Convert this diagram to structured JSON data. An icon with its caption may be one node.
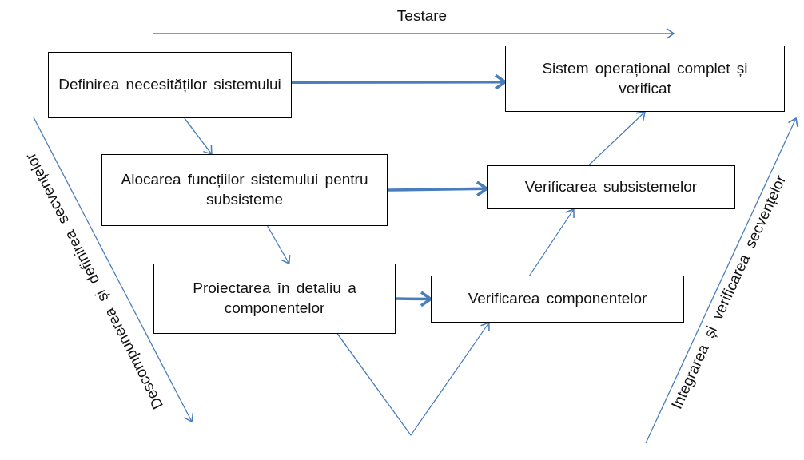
{
  "diagram": {
    "nodes": [
      {
        "text": [
          "Definirea necesităților sistemului"
        ]
      },
      {
        "text": [
          "Sistem operațional complet și verificat"
        ]
      },
      {
        "text": [
          "Alocarea funcțiilor sistemului pentru subsisteme"
        ]
      },
      {
        "text": [
          "Verificarea subsistemelor"
        ]
      },
      {
        "text": [
          "Proiectarea în detaliu a componentelor"
        ]
      },
      {
        "text": [
          "Verificarea componentelor"
        ]
      }
    ],
    "edges": [
      {
        "from": 0,
        "to": 1,
        "arrow": "to",
        "style": "thick"
      },
      {
        "from": 0,
        "to": 2,
        "arrow": "to"
      },
      {
        "from": 2,
        "to": 3,
        "arrow": "to",
        "style": "thick"
      },
      {
        "from": 2,
        "to": 4,
        "arrow": "to"
      },
      {
        "from": 4,
        "to": 5,
        "arrow": "to",
        "style": "thick"
      },
      {
        "from": 4,
        "to": 5,
        "arrow": "to"
      },
      {
        "from": 5,
        "to": 3,
        "arrow": "to"
      },
      {
        "from": 3,
        "to": 1,
        "arrow": "to"
      }
    ],
    "labels": [
      "Testare",
      "Descompunerea și definirea secvențelor",
      "Integrarea și verificarea secvențelor"
    ]
  }
}
